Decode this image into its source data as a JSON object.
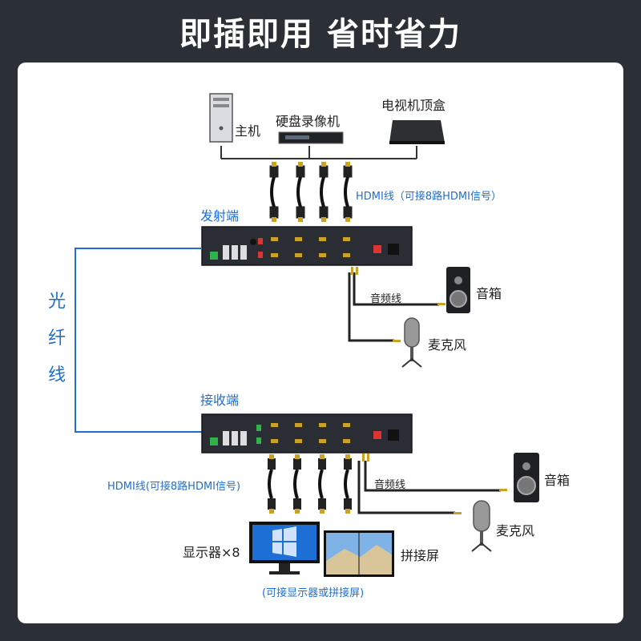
{
  "headline": "即插即用 省时省力",
  "fiber_label": [
    "光",
    "纤",
    "线"
  ],
  "devices_top": {
    "host": "主机",
    "nvr": "硬盘录像机",
    "tv_box": "电视机顶盒"
  },
  "hdmi_note_top": "HDMI线（可接8路HDMI信号）",
  "transmitter_label": "发射端",
  "receiver_label": "接收端",
  "audio_top": {
    "cable": "音频线",
    "speaker": "音箱",
    "mic": "麦克风"
  },
  "hdmi_note_bottom": "HDMI线(可接8路HDMI信号)",
  "audio_bottom": {
    "cable": "音频线",
    "speaker": "音箱",
    "mic": "麦克风"
  },
  "displays": {
    "monitor": "显示器×8",
    "splice": "拼接屏",
    "note": "(可接显示器或拼接屏)"
  },
  "colors": {
    "accent": "#1f6fd1",
    "background": "#2b2f36",
    "device": "#2a2d33"
  }
}
